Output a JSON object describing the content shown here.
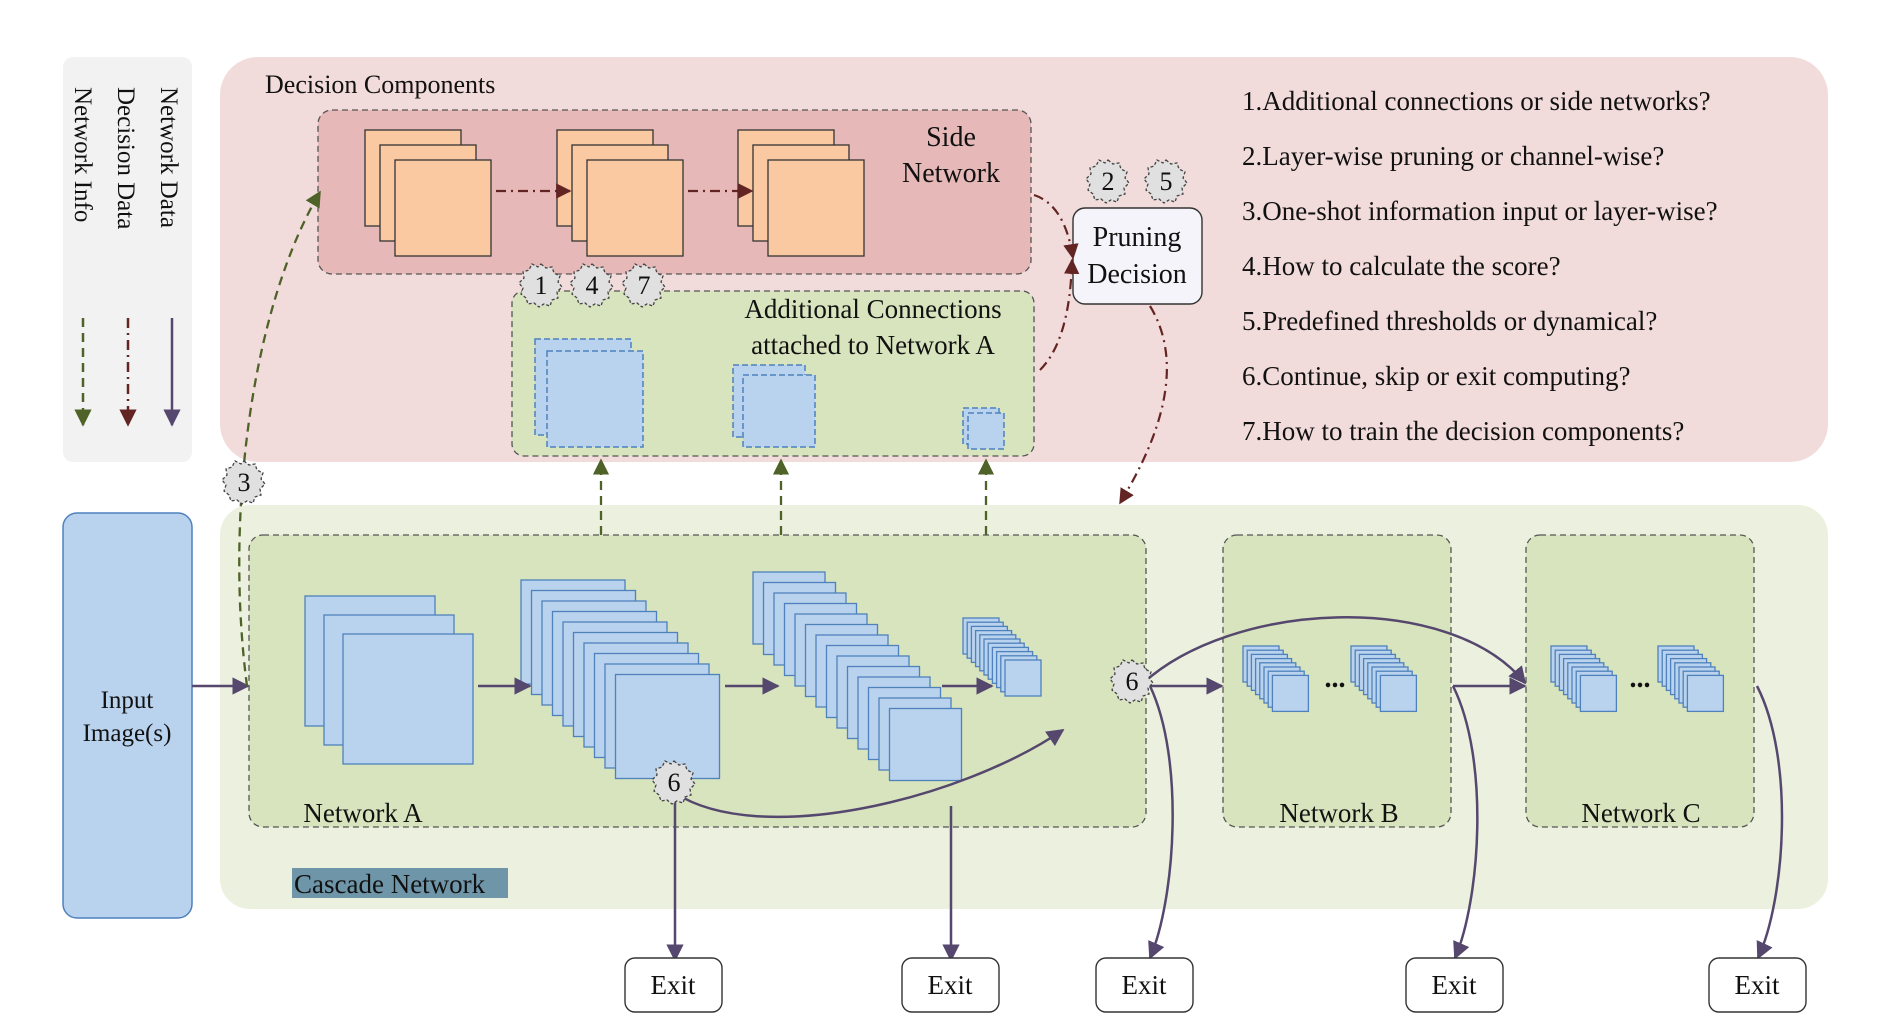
{
  "legend": {
    "network_data": "Network Data",
    "decision_data": "Decision Data",
    "network_info": "Network Info"
  },
  "decision_panel": {
    "title": "Decision Components",
    "side_network_line1": "Side",
    "side_network_line2": "Network",
    "additional_line1": "Additional Connections",
    "additional_line2": "attached to Network A",
    "pruning_line1": "Pruning",
    "pruning_line2": "Decision"
  },
  "questions": [
    "1.Additional connections or side networks?",
    "2.Layer-wise pruning or channel-wise?",
    "3.One-shot information input or layer-wise?",
    "4.How to calculate the score?",
    "5.Predefined thresholds or dynamical?",
    "6.Continue, skip or exit computing?",
    "7.How to train the decision components?"
  ],
  "input": {
    "line1": "Input",
    "line2": "Image(s)"
  },
  "cascade": {
    "title": "Cascade Network",
    "network_a": "Network A",
    "network_b": "Network B",
    "network_c": "Network C",
    "ellipsis": "..."
  },
  "badges": {
    "b1": "1",
    "b2": "2",
    "b3": "3",
    "b4": "4",
    "b5": "5",
    "b6": "6",
    "b7": "7"
  },
  "exit_label": "Exit",
  "colors": {
    "decision_bg": "#f2dcdb",
    "side_net_bg": "#e6b8b7",
    "additional_bg": "#d7e4bd",
    "cascade_bg": "#ebf1de",
    "network_box_bg": "#d7e4bd",
    "blue_fill": "#b9d3ee",
    "blue_stroke": "#4f81bd",
    "orange_fill": "#fac9a2",
    "legend_bg": "#f2f2f2",
    "network_arrow": "#55476e",
    "decision_arrow": "#632523",
    "info_arrow": "#4f6228",
    "cascade_label_bg": "#6e95a8"
  }
}
